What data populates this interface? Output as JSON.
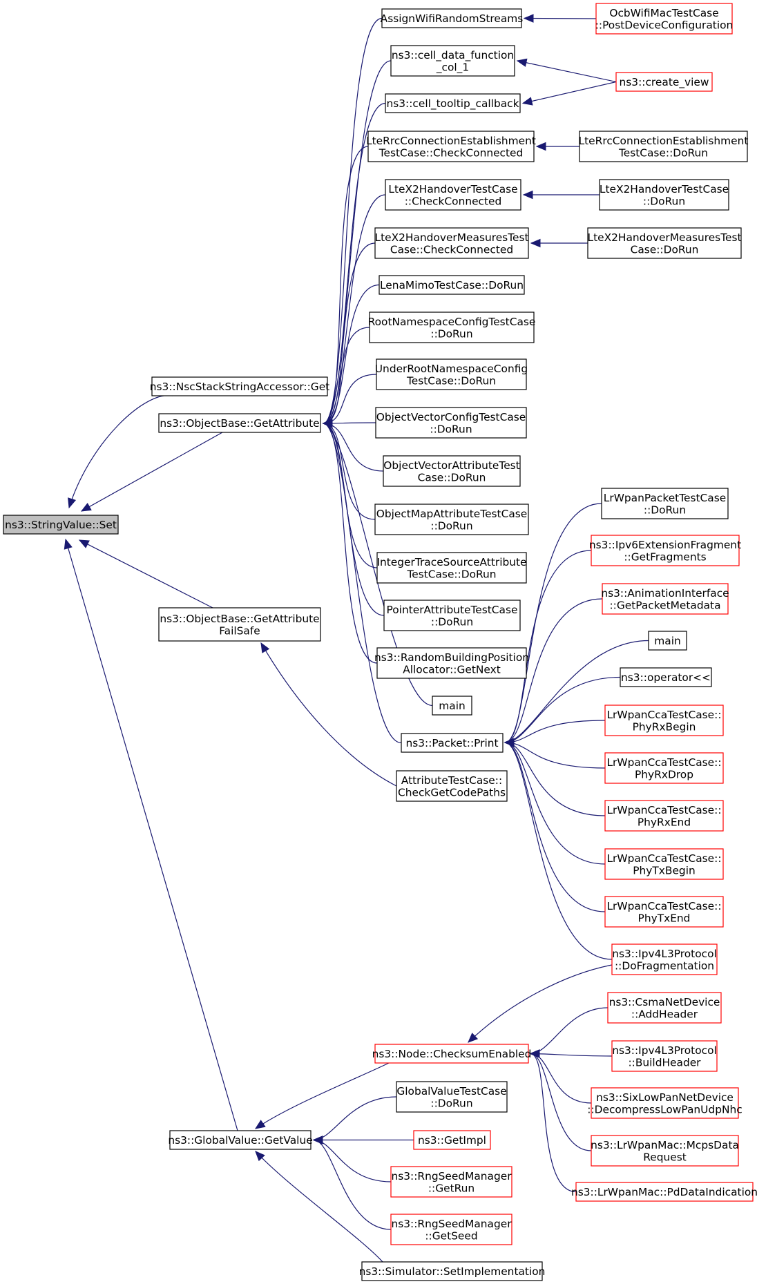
{
  "graph": {
    "colors": {
      "root_fill": "#bfbfbf",
      "root_border": "#000000",
      "node_fill": "#ffffff",
      "node_border": "#000000",
      "truncated_border": "#ff0000",
      "edge": "#191970"
    },
    "nodes": {
      "root": {
        "lines": [
          "ns3::StringValue::Set"
        ],
        "kind": "root"
      },
      "nscget": {
        "lines": [
          "ns3::NscStackStringAccessor::Get"
        ],
        "kind": "normal"
      },
      "getattr": {
        "lines": [
          "ns3::ObjectBase::GetAttribute"
        ],
        "kind": "normal"
      },
      "getattrfs": {
        "lines": [
          "ns3::ObjectBase::GetAttribute",
          "FailSafe"
        ],
        "kind": "normal"
      },
      "gvget": {
        "lines": [
          "ns3::GlobalValue::GetValue"
        ],
        "kind": "normal"
      },
      "assignwifi": {
        "lines": [
          "AssignWifiRandomStreams"
        ],
        "kind": "normal"
      },
      "ocb": {
        "lines": [
          "OcbWifiMacTestCase",
          "::PostDeviceConfiguration"
        ],
        "kind": "truncated"
      },
      "celldata": {
        "lines": [
          "ns3::cell_data_function",
          "_col_1"
        ],
        "kind": "normal"
      },
      "createview": {
        "lines": [
          "ns3::create_view"
        ],
        "kind": "truncated"
      },
      "celltooltip": {
        "lines": [
          "ns3::cell_tooltip_callback"
        ],
        "kind": "normal"
      },
      "lterrcchk": {
        "lines": [
          "LteRrcConnectionEstablishment",
          "TestCase::CheckConnected"
        ],
        "kind": "normal"
      },
      "lterrcrun": {
        "lines": [
          "LteRrcConnectionEstablishment",
          "TestCase::DoRun"
        ],
        "kind": "normal"
      },
      "ltex2chk": {
        "lines": [
          "LteX2HandoverTestCase",
          "::CheckConnected"
        ],
        "kind": "normal"
      },
      "ltex2run": {
        "lines": [
          "LteX2HandoverTestCase",
          "::DoRun"
        ],
        "kind": "normal"
      },
      "ltex2mchk": {
        "lines": [
          "LteX2HandoverMeasuresTest",
          "Case::CheckConnected"
        ],
        "kind": "normal"
      },
      "ltex2mrun": {
        "lines": [
          "LteX2HandoverMeasuresTest",
          "Case::DoRun"
        ],
        "kind": "normal"
      },
      "lenamimo": {
        "lines": [
          "LenaMimoTestCase::DoRun"
        ],
        "kind": "normal"
      },
      "rootns": {
        "lines": [
          "RootNamespaceConfigTestCase",
          "::DoRun"
        ],
        "kind": "normal"
      },
      "underroot": {
        "lines": [
          "UnderRootNamespaceConfig",
          "TestCase::DoRun"
        ],
        "kind": "normal"
      },
      "objvecconf": {
        "lines": [
          "ObjectVectorConfigTestCase",
          "::DoRun"
        ],
        "kind": "normal"
      },
      "objvecattr": {
        "lines": [
          "ObjectVectorAttributeTest",
          "Case::DoRun"
        ],
        "kind": "normal"
      },
      "objmap": {
        "lines": [
          "ObjectMapAttributeTestCase",
          "::DoRun"
        ],
        "kind": "normal"
      },
      "inttrace": {
        "lines": [
          "IntegerTraceSourceAttribute",
          "TestCase::DoRun"
        ],
        "kind": "normal"
      },
      "ptrattr": {
        "lines": [
          "PointerAttributeTestCase",
          "::DoRun"
        ],
        "kind": "normal"
      },
      "randbuild": {
        "lines": [
          "ns3::RandomBuildingPosition",
          "Allocator::GetNext"
        ],
        "kind": "normal"
      },
      "main1": {
        "lines": [
          "main"
        ],
        "kind": "normal"
      },
      "pktprint": {
        "lines": [
          "ns3::Packet::Print"
        ],
        "kind": "normal"
      },
      "attrtest": {
        "lines": [
          "AttributeTestCase::",
          "CheckGetCodePaths"
        ],
        "kind": "normal"
      },
      "lrpkt": {
        "lines": [
          "LrWpanPacketTestCase",
          "::DoRun"
        ],
        "kind": "normal"
      },
      "ipv6frag": {
        "lines": [
          "ns3::Ipv6ExtensionFragment",
          "::GetFragments"
        ],
        "kind": "truncated"
      },
      "animif": {
        "lines": [
          "ns3::AnimationInterface",
          "::GetPacketMetadata"
        ],
        "kind": "truncated"
      },
      "main2": {
        "lines": [
          "main"
        ],
        "kind": "normal"
      },
      "opshift": {
        "lines": [
          "ns3::operator<<"
        ],
        "kind": "normal"
      },
      "phyrxbegin": {
        "lines": [
          "LrWpanCcaTestCase::",
          "PhyRxBegin"
        ],
        "kind": "truncated"
      },
      "phyrxdrop": {
        "lines": [
          "LrWpanCcaTestCase::",
          "PhyRxDrop"
        ],
        "kind": "truncated"
      },
      "phyrxend": {
        "lines": [
          "LrWpanCcaTestCase::",
          "PhyRxEnd"
        ],
        "kind": "truncated"
      },
      "phytxbegin": {
        "lines": [
          "LrWpanCcaTestCase::",
          "PhyTxBegin"
        ],
        "kind": "truncated"
      },
      "phytxend": {
        "lines": [
          "LrWpanCcaTestCase::",
          "PhyTxEnd"
        ],
        "kind": "truncated"
      },
      "ipv4frag": {
        "lines": [
          "ns3::Ipv4L3Protocol",
          "::DoFragmentation"
        ],
        "kind": "truncated"
      },
      "csmahdr": {
        "lines": [
          "ns3::CsmaNetDevice",
          "::AddHeader"
        ],
        "kind": "truncated"
      },
      "ipv4build": {
        "lines": [
          "ns3::Ipv4L3Protocol",
          "::BuildHeader"
        ],
        "kind": "truncated"
      },
      "sixlow": {
        "lines": [
          "ns3::SixLowPanNetDevice",
          "::DecompressLowPanUdpNhc"
        ],
        "kind": "truncated"
      },
      "mcpsdata": {
        "lines": [
          "ns3::LrWpanMac::McpsData",
          "Request"
        ],
        "kind": "truncated"
      },
      "pddata": {
        "lines": [
          "ns3::LrWpanMac::PdDataIndication"
        ],
        "kind": "truncated"
      },
      "checksum": {
        "lines": [
          "ns3::Node::ChecksumEnabled"
        ],
        "kind": "truncated"
      },
      "gvtest": {
        "lines": [
          "GlobalValueTestCase",
          "::DoRun"
        ],
        "kind": "normal"
      },
      "getimpl": {
        "lines": [
          "ns3::GetImpl"
        ],
        "kind": "truncated"
      },
      "rngrun": {
        "lines": [
          "ns3::RngSeedManager",
          "::GetRun"
        ],
        "kind": "truncated"
      },
      "rngseed": {
        "lines": [
          "ns3::RngSeedManager",
          "::GetSeed"
        ],
        "kind": "truncated"
      },
      "simset": {
        "lines": [
          "ns3::Simulator::SetImplementation"
        ],
        "kind": "normal"
      }
    },
    "edges": [
      [
        "nscget",
        "root"
      ],
      [
        "getattr",
        "root"
      ],
      [
        "getattrfs",
        "root"
      ],
      [
        "gvget",
        "root"
      ],
      [
        "assignwifi",
        "getattr"
      ],
      [
        "celldata",
        "getattr"
      ],
      [
        "celltooltip",
        "getattr"
      ],
      [
        "lterrcchk",
        "getattr"
      ],
      [
        "ltex2chk",
        "getattr"
      ],
      [
        "ltex2mchk",
        "getattr"
      ],
      [
        "lenamimo",
        "getattr"
      ],
      [
        "rootns",
        "getattr"
      ],
      [
        "underroot",
        "getattr"
      ],
      [
        "objvecconf",
        "getattr"
      ],
      [
        "objvecattr",
        "getattr"
      ],
      [
        "objmap",
        "getattr"
      ],
      [
        "inttrace",
        "getattr"
      ],
      [
        "ptrattr",
        "getattr"
      ],
      [
        "randbuild",
        "getattr"
      ],
      [
        "main1",
        "getattr"
      ],
      [
        "pktprint",
        "getattr"
      ],
      [
        "attrtest",
        "getattrfs"
      ],
      [
        "ocb",
        "assignwifi"
      ],
      [
        "createview",
        "celldata"
      ],
      [
        "createview",
        "celltooltip"
      ],
      [
        "lterrcrun",
        "lterrcchk"
      ],
      [
        "ltex2run",
        "ltex2chk"
      ],
      [
        "ltex2mrun",
        "ltex2mchk"
      ],
      [
        "lrpkt",
        "pktprint"
      ],
      [
        "ipv6frag",
        "pktprint"
      ],
      [
        "animif",
        "pktprint"
      ],
      [
        "main2",
        "pktprint"
      ],
      [
        "opshift",
        "pktprint"
      ],
      [
        "phyrxbegin",
        "pktprint"
      ],
      [
        "phyrxdrop",
        "pktprint"
      ],
      [
        "phyrxend",
        "pktprint"
      ],
      [
        "phytxbegin",
        "pktprint"
      ],
      [
        "phytxend",
        "pktprint"
      ],
      [
        "ipv4frag",
        "pktprint"
      ],
      [
        "checksum",
        "gvget"
      ],
      [
        "gvtest",
        "gvget"
      ],
      [
        "getimpl",
        "gvget"
      ],
      [
        "rngrun",
        "gvget"
      ],
      [
        "rngseed",
        "gvget"
      ],
      [
        "simset",
        "gvget"
      ],
      [
        "ipv4frag",
        "checksum"
      ],
      [
        "csmahdr",
        "checksum"
      ],
      [
        "ipv4build",
        "checksum"
      ],
      [
        "sixlow",
        "checksum"
      ],
      [
        "mcpsdata",
        "checksum"
      ],
      [
        "pddata",
        "checksum"
      ]
    ]
  }
}
